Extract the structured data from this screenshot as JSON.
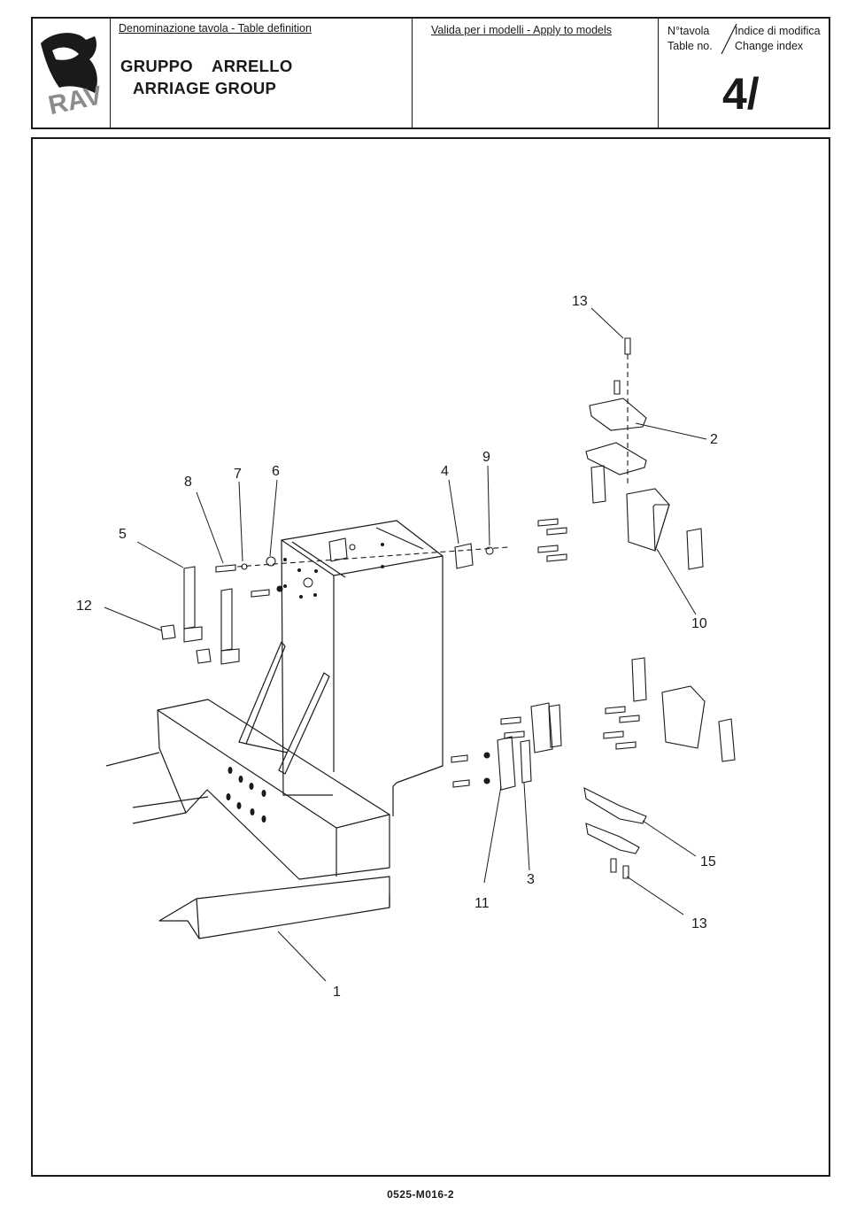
{
  "title_block": {
    "table_definition_label": "Denominazione tavola - Table definition",
    "title_it": "GRUPPO    ARRELLO",
    "title_en": "ARRIAGE GROUP",
    "models_label": "Valida per i modelli - Apply to models",
    "table_no_label_it": "N°tavola",
    "table_no_label_en": "Table no.",
    "change_index_label_it": "Indice di modifica",
    "change_index_label_en": "Change index",
    "table_number": "4/"
  },
  "logo": {
    "text": "RAV",
    "icon": "rav-logo"
  },
  "callouts": [
    "13",
    "2",
    "9",
    "4",
    "6",
    "7",
    "8",
    "5",
    "12",
    "10",
    "15",
    "3",
    "11",
    "13",
    "1"
  ],
  "footer": {
    "code": "0525-M016-2"
  },
  "colors": {
    "ink": "#1a1a1a",
    "paper": "#ffffff",
    "logo_grey": "#8c8c8c"
  }
}
